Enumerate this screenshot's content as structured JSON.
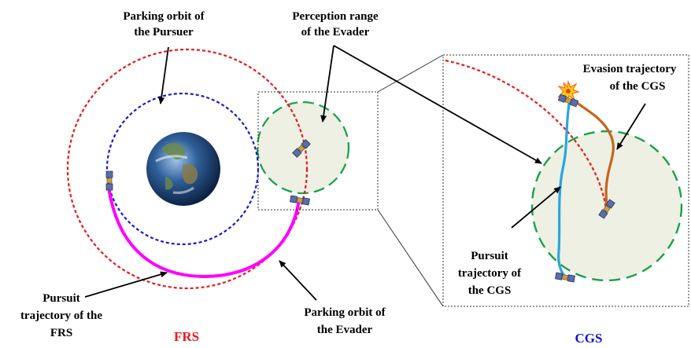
{
  "labels": {
    "parking_pursuer_1": "Parking orbit of",
    "parking_pursuer_2": "the Pursuer",
    "perception_1": "Perception range",
    "perception_2": "of the Evader",
    "evasion_1": "Evasion trajectory",
    "evasion_2": "of the CGS",
    "pursuit_cgs_1": "Pursuit",
    "pursuit_cgs_2": "trajectory of",
    "pursuit_cgs_3": "the CGS",
    "pursuit_frs_1": "Pursuit",
    "pursuit_frs_2": "trajectory of the",
    "pursuit_frs_3": "FRS",
    "parking_evader_1": "Parking orbit of",
    "parking_evader_2": "the Evader"
  },
  "captions": {
    "left": "FRS",
    "right": "CGS"
  },
  "colors": {
    "evader_orbit": "#e8191c",
    "pursuer_orbit": "#1a1acc",
    "perception": "#1aa04a",
    "perception_fill": "#eef0e4",
    "pursuit_frs": "#ff00ff",
    "pursuit_cgs": "#27a6df",
    "evasion_cgs": "#c8651b",
    "caption_left": "#e8191c",
    "caption_right": "#1515c8"
  },
  "icons": [
    "earth-icon",
    "satellite-icon",
    "explosion-icon"
  ]
}
